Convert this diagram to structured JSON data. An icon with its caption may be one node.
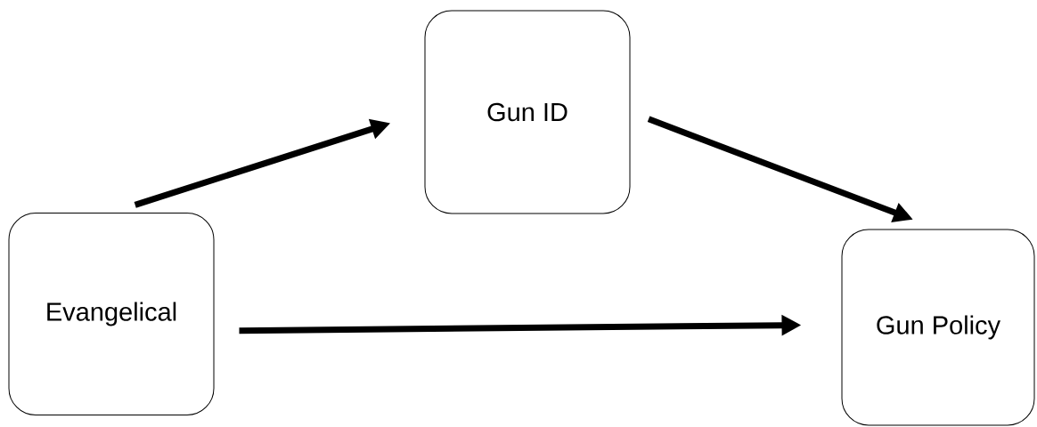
{
  "diagram": {
    "nodes": [
      {
        "text": [
          "Evangelical"
        ]
      },
      {
        "text": [
          "Gun ID"
        ]
      },
      {
        "text": [
          "Gun Policy"
        ]
      }
    ],
    "edges": [
      {
        "from": 0,
        "to": 1,
        "arrow": "to"
      },
      {
        "from": 1,
        "to": 2,
        "arrow": "to"
      },
      {
        "from": 0,
        "to": 2,
        "arrow": "to"
      }
    ]
  }
}
